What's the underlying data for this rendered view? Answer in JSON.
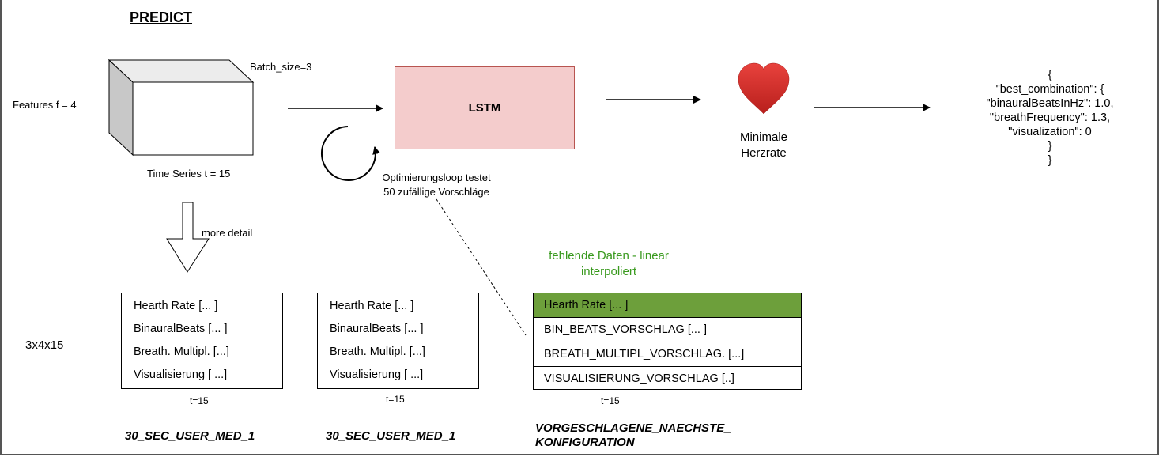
{
  "title": "PREDICT",
  "cube": {
    "features_label": "Features f = 4",
    "batch_label": "Batch_size=3",
    "time_label": "Time Series t = 15"
  },
  "lstm_label": "LSTM",
  "loop_label_line1": "Optimierungsloop testet",
  "loop_label_line2": "50 zufällige Vorschläge",
  "heart_label_line1": "Minimale",
  "heart_label_line2": "Herzrate",
  "json_output": "{\n\"best_combination\": {\n\"binauralBeatsInHz\": 1.0,\n\"breathFrequency\": 1.3,\n\"visualization\": 0\n}\n}",
  "more_detail": "more detail",
  "dims_label": "3x4x15",
  "missing_data_line1": "fehlende Daten - linear",
  "missing_data_line2": "interpoliert",
  "matrix1": {
    "rows": [
      "Hearth Rate [... ]",
      "BinauralBeats [... ]",
      "Breath. Multipl. [...]",
      "Visualisierung [ ...]"
    ],
    "t_label": "t=15",
    "name": "30_SEC_USER_MED_1"
  },
  "matrix2": {
    "rows": [
      "Hearth Rate [... ]",
      "BinauralBeats [... ]",
      "Breath. Multipl. [...]",
      "Visualisierung [ ...]"
    ],
    "t_label": "t=15",
    "name": "30_SEC_USER_MED_1"
  },
  "matrix3": {
    "rows": [
      "Hearth Rate [... ]",
      "BIN_BEATS_VORSCHLAG [... ]",
      "BREATH_MULTIPL_VORSCHLAG. [...]",
      "VISUALISIERUNG_VORSCHLAG [..]"
    ],
    "t_label": "t=15",
    "name_line1": "VORGESCHLAGENE_NAECHSTE_",
    "name_line2": "KONFIGURATION"
  },
  "colors": {
    "lstm_fill": "#f4cccc",
    "lstm_stroke": "#b85450",
    "highlight_row": "#6d9f3b",
    "missing_text": "#3a9a1f",
    "heart": "#d9302c"
  }
}
